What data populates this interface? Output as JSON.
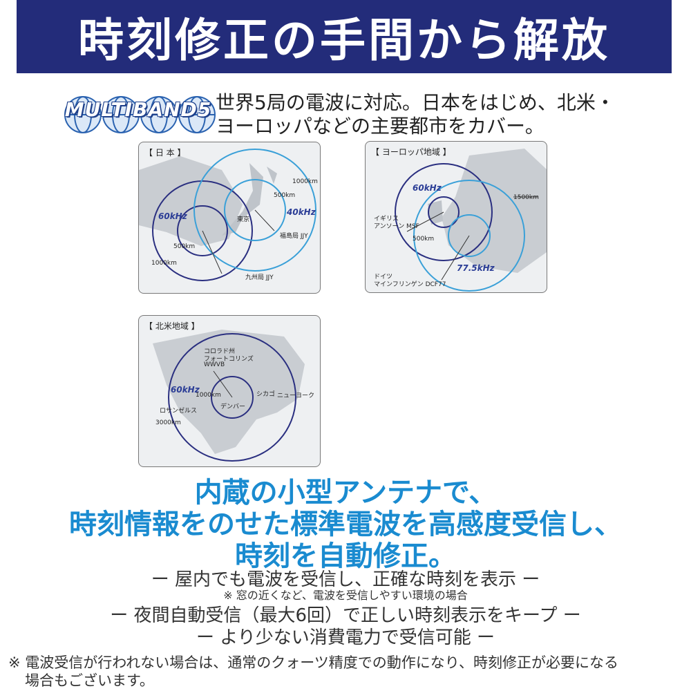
{
  "banner": {
    "title": "時刻修正の手間から解放"
  },
  "logo": {
    "text": "MULTIBAND5"
  },
  "intro": {
    "line1": "世界5局の電波に対応。日本をはじめ、北米・",
    "line2": "ヨーロッパなどの主要都市をカバー。"
  },
  "maps": {
    "japan": {
      "title": "【 日 本 】",
      "labels": {
        "km1000_top": "1000km",
        "km500_top": "500km",
        "freq40": "40kHz",
        "tokyo": "東京",
        "fukushima": "福島局 JJY",
        "freq60": "60kHz",
        "km500_bottom": "500km",
        "km1000_bottom": "1000km",
        "kyushu": "九州局 JJY"
      }
    },
    "europe": {
      "title": "【 ヨーロッパ地域 】",
      "labels": {
        "freq60": "60kHz",
        "km1500": "1500km",
        "uk_line1": "イギリス",
        "uk_line2": "アンソーン MSF",
        "km500": "500km",
        "freq775": "77.5kHz",
        "de_line1": "ドイツ",
        "de_line2": "マインフリンゲン DCF77"
      }
    },
    "namerica": {
      "title": "【 北米地域 】",
      "labels": {
        "colorado1": "コロラド州",
        "colorado2": "フォートコリンズ",
        "colorado3": "WWVB",
        "freq60": "60kHz",
        "km1000": "1000km",
        "chicago": "シカゴ",
        "newyork": "ニューヨーク",
        "denver": "デンバー",
        "la": "ロサンゼルス",
        "km3000": "3000km"
      }
    }
  },
  "headline": {
    "line1": "内蔵の小型アンテナで、",
    "line2": "時刻情報をのせた標準電波を高感度受信し、",
    "line3": "時刻を自動修正。"
  },
  "features": {
    "f1": "ー 屋内でも電波を受信し、正確な時刻を表示 ー",
    "f1_note": "※ 窓の近くなど、電波を受信しやすい環境の場合",
    "f2": "ー 夜間自動受信（最大6回）で正しい時刻表示をキープ ー",
    "f3": "ー より少ない消費電力で受信可能 ー"
  },
  "footnote": {
    "line1": "※ 電波受信が行われない場合は、通常のクォーツ精度での動作になり、時刻修正が必要になる",
    "line2": "場合もございます。"
  },
  "colors": {
    "banner": "#232c7a",
    "headline": "#1a8bd0",
    "circle_dark": "#2a2f80",
    "circle_light": "#3aa0d8"
  }
}
